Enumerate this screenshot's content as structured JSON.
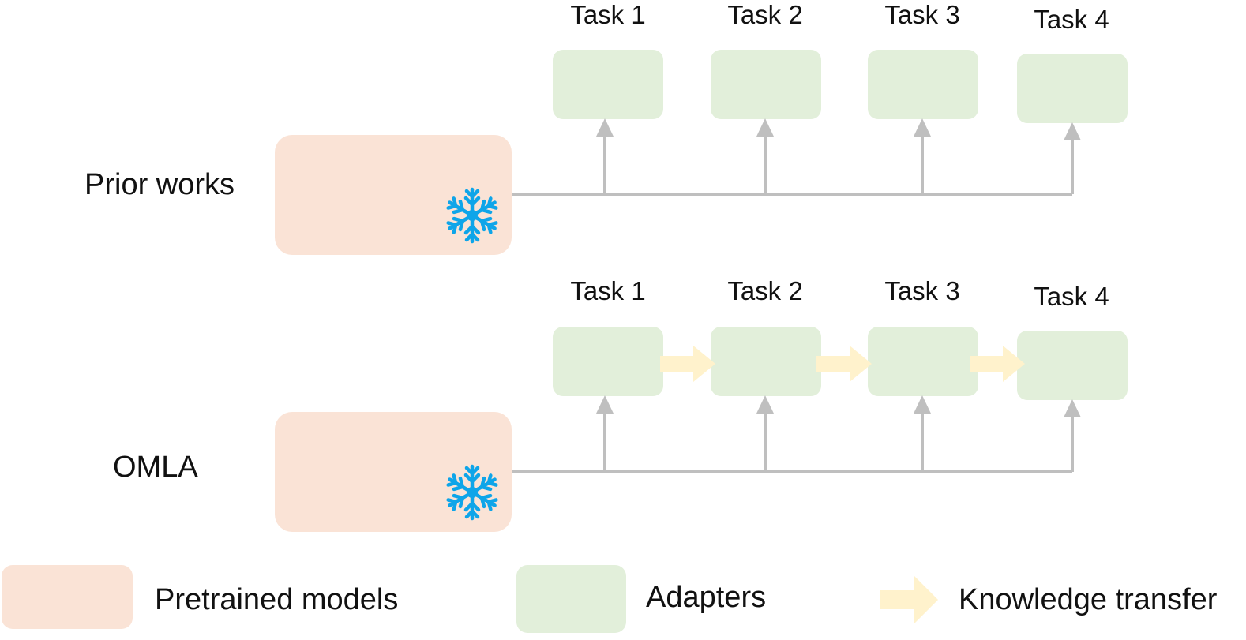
{
  "rows": [
    {
      "label": "Prior works",
      "tasks": [
        "Task 1",
        "Task 2",
        "Task 3",
        "Task 4"
      ],
      "knowledge_transfer": false
    },
    {
      "label": "OMLA",
      "tasks": [
        "Task 1",
        "Task 2",
        "Task 3",
        "Task 4"
      ],
      "knowledge_transfer": true
    }
  ],
  "legend": {
    "pretrained": "Pretrained models",
    "adapters": "Adapters",
    "knowledge": "Knowledge transfer"
  },
  "colors": {
    "pretrained": "#fae3d6",
    "adapter": "#e2efda",
    "arrow": "#bfbfbf",
    "transfer": "#fff2cc",
    "snowflake": "#0ea5e9"
  },
  "icons": {
    "frozen": "snowflake-icon",
    "transfer": "block-arrow-icon"
  }
}
